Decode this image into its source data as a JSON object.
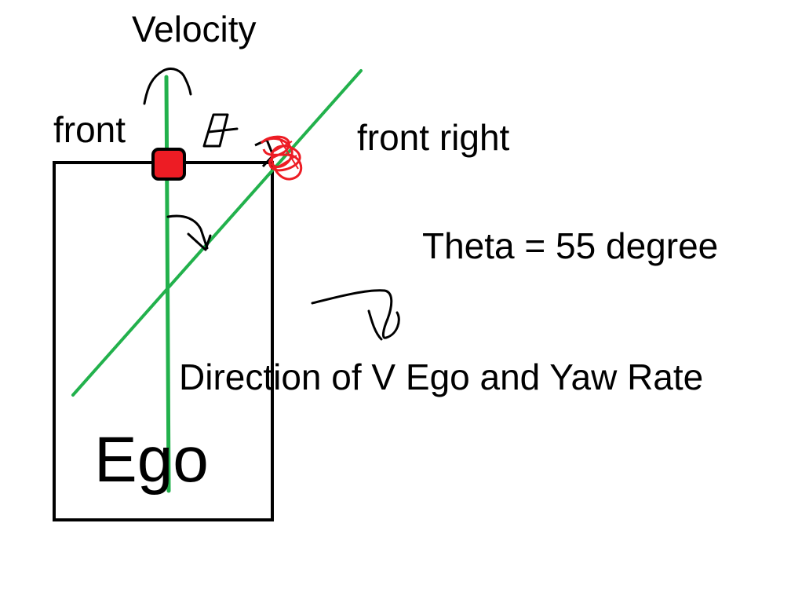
{
  "labels": {
    "velocity": "Velocity",
    "front": "front",
    "front_right": "front right",
    "theta": "Theta = 55 degree",
    "direction": "Direction of V Ego and Yaw Rate",
    "ego": "Ego"
  },
  "colors": {
    "green_line": "#22b14c",
    "sensor_red": "#ed1c24",
    "outline": "#000000",
    "background": "#ffffff"
  },
  "angle_degrees": 55
}
